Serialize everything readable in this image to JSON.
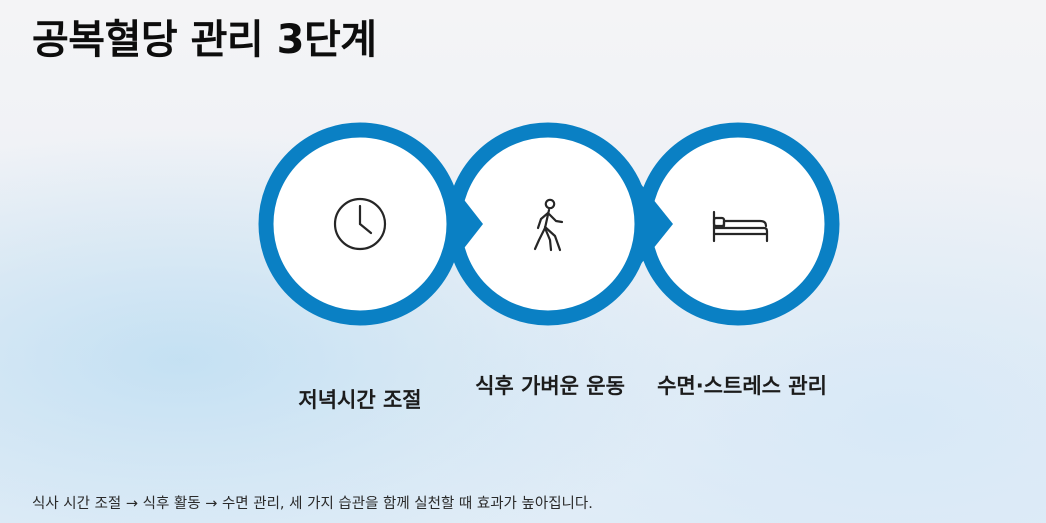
{
  "title": "공복혈당 관리 3단계",
  "steps": [
    {
      "icon": "clock-icon",
      "label": "저녁시간 조절"
    },
    {
      "icon": "walking-person-icon",
      "label": "식후 가벼운 운동"
    },
    {
      "icon": "bed-icon",
      "label": "수면·스트레스 관리"
    }
  ],
  "footer": "식사 시간 조절 → 식후 활동 → 수면 관리, 세 가지 습관을 함께 실천할 때 효과가 높아집니다.",
  "colors": {
    "ring": "#0a80c4",
    "text": "#1c1c1c"
  }
}
